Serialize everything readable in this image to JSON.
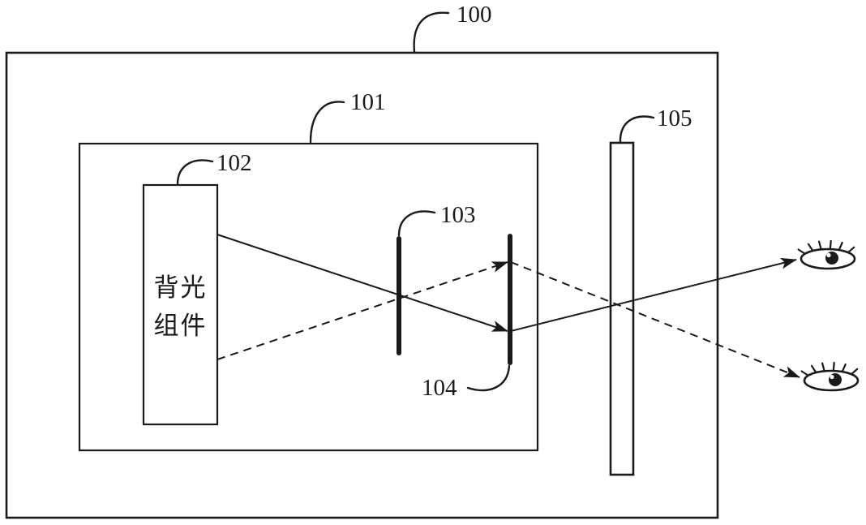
{
  "figure": {
    "type": "patent-optical-diagram",
    "colors": {
      "ink": "#1a1a1a",
      "background": "#ffffff"
    },
    "labels": {
      "outer_frame": "100",
      "inner_frame": "101",
      "backlight_box": "102",
      "barrier_left": "103",
      "barrier_right": "104",
      "panel": "105"
    },
    "backlight_text": "背光\n组件",
    "icons": {
      "upper": "eye-icon",
      "lower": "eye-icon"
    },
    "rays": {
      "solid_style": "solid",
      "dashed_style": "dashed"
    }
  }
}
